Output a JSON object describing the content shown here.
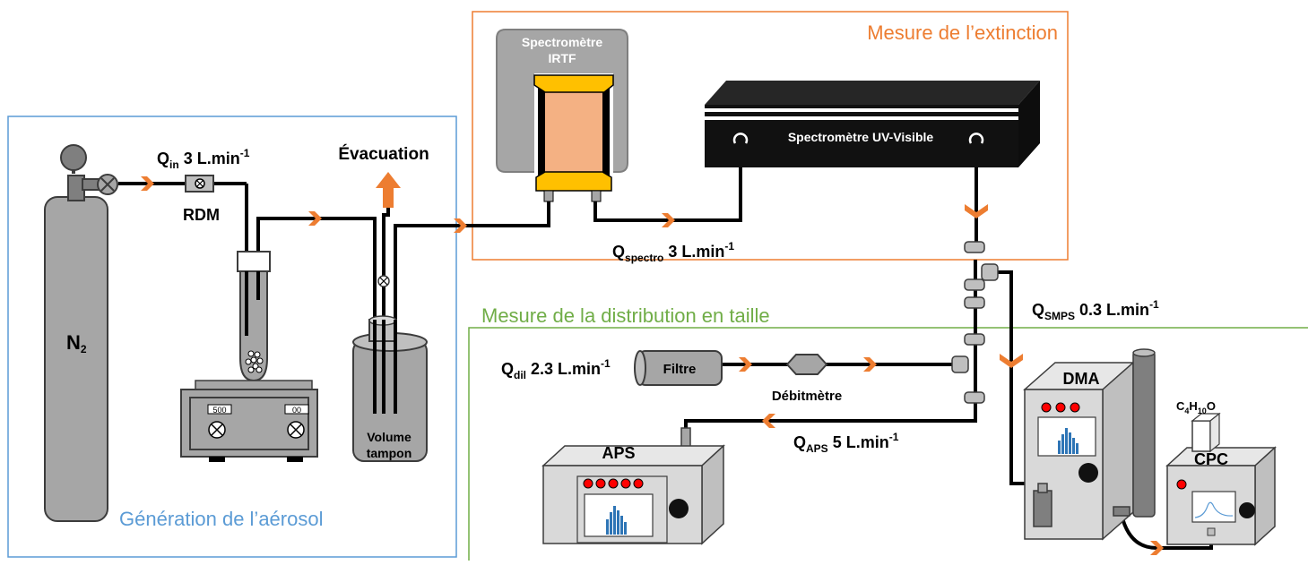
{
  "sections": {
    "generation": {
      "title": "Génération de l’aérosol",
      "color": "#5b9bd5"
    },
    "extinction": {
      "title": "Mesure de l’extinction",
      "color": "#ed7d31"
    },
    "distribution": {
      "title": "Mesure de la distribution en taille",
      "color": "#70ad47"
    }
  },
  "labels": {
    "n2": "N",
    "n2_sub": "2",
    "q_in": {
      "q": "Q",
      "sub": "in",
      "value": " 3 L.min",
      "sup": "-1"
    },
    "rdm": "RDM",
    "evacuation": "Évacuation",
    "hotplate_left": "500",
    "hotplate_right": "00",
    "volume_tampon_1": "Volume",
    "volume_tampon_2": "tampon",
    "spectro_irtf_1": "Spectromètre",
    "spectro_irtf_2": "IRTF",
    "spectro_uv": "Spectromètre UV-Visible",
    "q_spectro": {
      "q": "Q",
      "sub": "spectro",
      "value": " 3 L.min",
      "sup": "-1"
    },
    "q_smps": {
      "q": "Q",
      "sub": "SMPS",
      "value": " 0.3 L.min",
      "sup": "-1"
    },
    "q_dil": {
      "q": "Q",
      "sub": "dil",
      "value": " 2.3 L.min",
      "sup": "-1"
    },
    "filtre": "Filtre",
    "debitmetre": "Débitmètre",
    "q_aps": {
      "q": "Q",
      "sub": "APS",
      "value": " 5 L.min",
      "sup": "-1"
    },
    "aps": "APS",
    "dma": "DMA",
    "cpc": "CPC",
    "butanol": {
      "c": "C",
      "c_sub": "4",
      "h": "H",
      "h_sub": "10",
      "o": "O"
    }
  },
  "colors": {
    "flow_arrow": "#ed7d31",
    "tube": "#000000",
    "cylinder": "#a6a6a6",
    "irtf_body": "#a6a6a6",
    "irtf_cell": "#f4b183",
    "irtf_window": "#ffc000",
    "uv_body": "#111111",
    "instrument_panel": "#d9d9d9",
    "led": "#ff0000",
    "histogram": "#2e75b6"
  }
}
